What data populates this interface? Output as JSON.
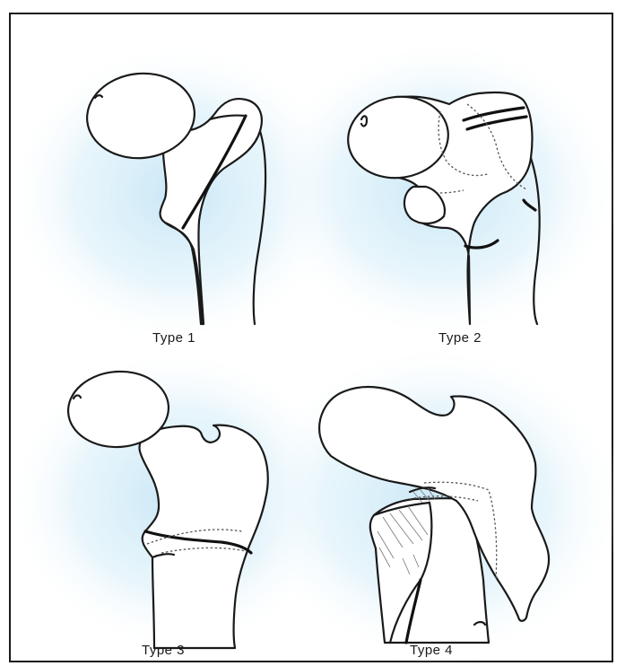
{
  "figure": {
    "panels": [
      {
        "label": "Type 1"
      },
      {
        "label": "Type 2"
      },
      {
        "label": "Type 3"
      },
      {
        "label": "Type 4"
      }
    ],
    "glow_color": "#bfe3f5",
    "line_color": "#1a1a1a"
  }
}
